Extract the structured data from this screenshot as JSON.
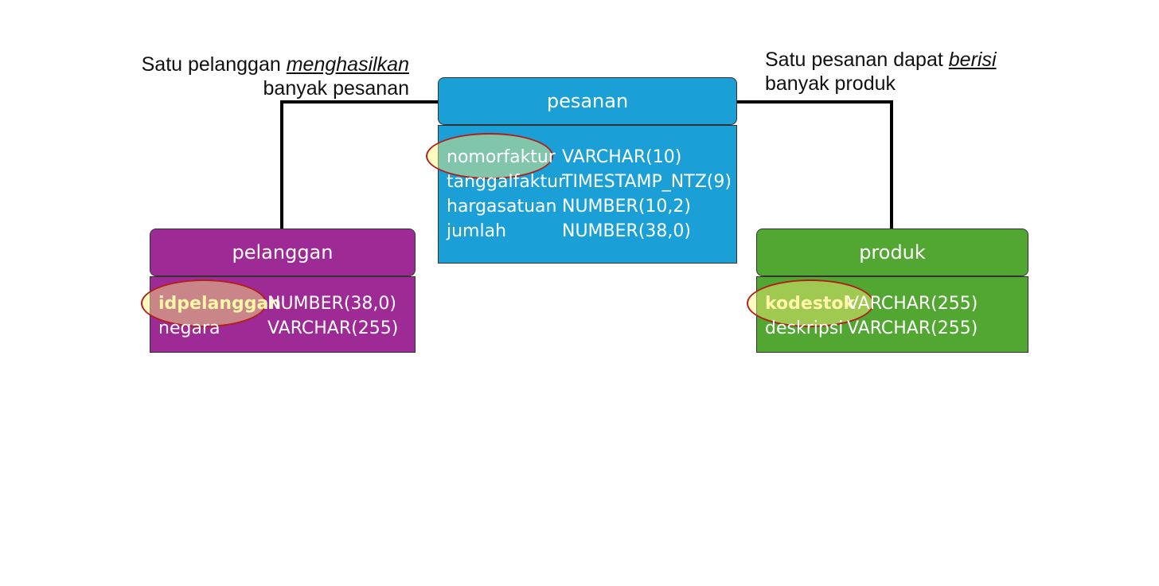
{
  "relationships": {
    "left": {
      "prefix": "Satu pelanggan",
      "verb": "menghasilkan",
      "line2": "banyak pesanan"
    },
    "right": {
      "prefix": "Satu pesanan dapat",
      "verb": "berisi",
      "line2": "banyak produk"
    }
  },
  "entities": {
    "pesanan": {
      "name": "pesanan",
      "color": "#1a9fd6",
      "fields": [
        {
          "name": "nomorfaktur",
          "type": "VARCHAR(10)",
          "key": true
        },
        {
          "name": "tanggalfaktur",
          "type": "TIMESTAMP_NTZ(9)",
          "key": false
        },
        {
          "name": "hargasatuan",
          "type": "NUMBER(10,2)",
          "key": false
        },
        {
          "name": "jumlah",
          "type": "NUMBER(38,0)",
          "key": false
        }
      ]
    },
    "pelanggan": {
      "name": "pelanggan",
      "color": "#9e2a96",
      "fields": [
        {
          "name": "idpelanggan",
          "type": "NUMBER(38,0)",
          "key": true
        },
        {
          "name": "negara",
          "type": "VARCHAR(255)",
          "key": false
        }
      ]
    },
    "produk": {
      "name": "produk",
      "color": "#52a632",
      "fields": [
        {
          "name": "kodestok",
          "type": "VARCHAR(255)",
          "key": true
        },
        {
          "name": "deskripsi",
          "type": "VARCHAR(255)",
          "key": false
        }
      ]
    }
  }
}
